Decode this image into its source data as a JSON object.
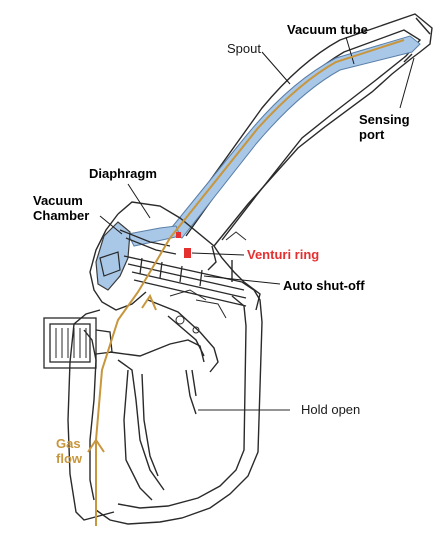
{
  "labels": {
    "spout": "Spout",
    "vacuum_tube": "Vacuum tube",
    "sensing_port_line1": "Sensing",
    "sensing_port_line2": "port",
    "diaphragm": "Diaphragm",
    "vacuum_chamber_line1": "Vacuum",
    "vacuum_chamber_line2": "Chamber",
    "venturi_ring": "Venturi ring",
    "auto_shut_off": "Auto shut-off",
    "hold_open": "Hold open",
    "gas_flow_line1": "Gas",
    "gas_flow_line2": "flow"
  },
  "colors": {
    "outline": "#2a2a2a",
    "vacuum_fill": "#a9c8e8",
    "flow_line": "#c8963c",
    "venturi_marker": "#e53030"
  }
}
